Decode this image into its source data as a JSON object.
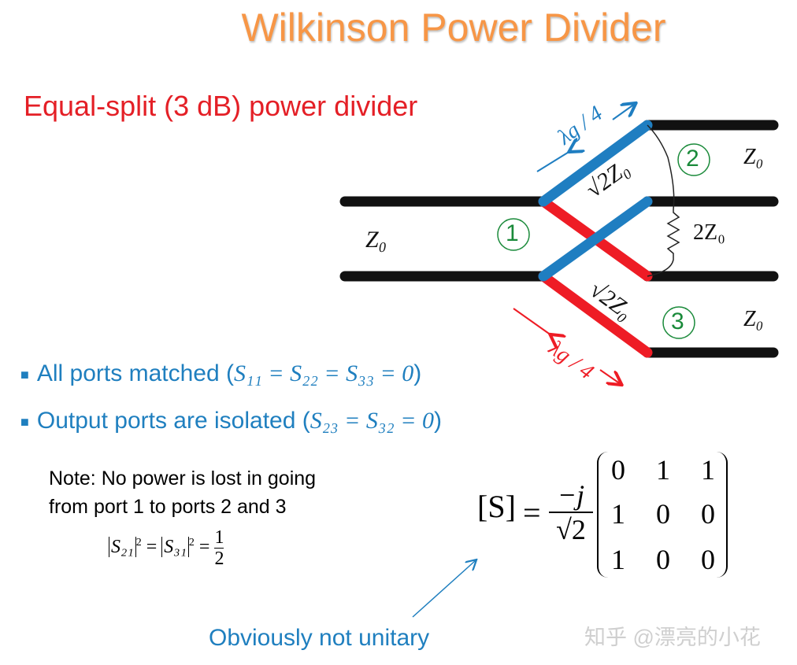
{
  "title": "Wilkinson Power Divider",
  "subtitle": "Equal-split (3 dB)  power divider",
  "bullets": [
    {
      "text": "All ports matched (",
      "math": "S₁₁ = S₂₂ = S₃₃ = 0",
      "close": ")"
    },
    {
      "text": "Output ports are isolated (",
      "math": "S₂₃ = S₃₂ = 0",
      "close": ")"
    }
  ],
  "note": "Note: No power is lost in going from port 1 to ports 2 and 3",
  "diagram": {
    "lambda_top": "λg / 4",
    "lambda_bottom": "λg / 4",
    "impedance_line_top": "√2Z₀",
    "impedance_line_bottom": "√2Z₀",
    "resistor": "2Z₀",
    "z0_input": "Z₀",
    "z0_port2": "Z₀",
    "z0_port3": "Z₀",
    "port1": "1",
    "port2": "2",
    "port3": "3",
    "colors": {
      "blue_line": "#1F7EC1",
      "red_line": "#EE1C25",
      "port_green": "#1A8A3A"
    }
  },
  "matrix": {
    "lhs": "[S]",
    "factor_numerator": "−j",
    "factor_denominator": "√2",
    "rows": [
      [
        "0",
        "1",
        "1"
      ],
      [
        "1",
        "0",
        "0"
      ],
      [
        "1",
        "0",
        "0"
      ]
    ]
  },
  "power_formula": {
    "lhs1": "S₂₁",
    "lhs2": "S₃₁",
    "exp": "2",
    "numerator": "1",
    "denominator": "2"
  },
  "comment": "Obviously not unitary",
  "watermark": "知乎 @漂亮的小花"
}
